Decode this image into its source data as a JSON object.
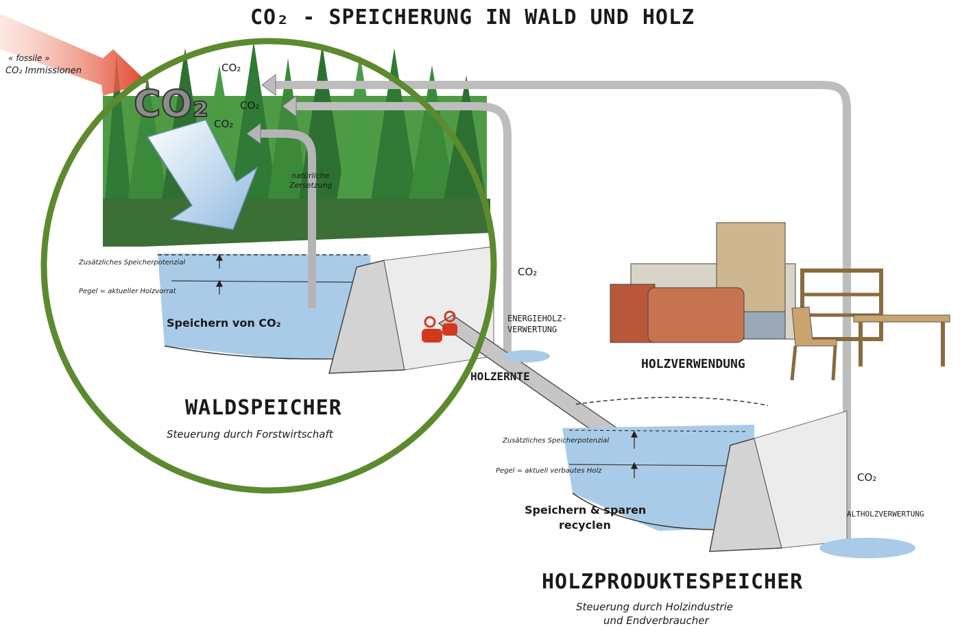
{
  "title": "CO₂ - SPEICHERUNG IN WALD UND HOLZ",
  "inflow": {
    "line1": "« fossile »",
    "line2": "CO₂ Immissionen"
  },
  "forest": {
    "co2_big": "CO₂",
    "co2_small": [
      "CO₂",
      "CO₂",
      "CO₂"
    ],
    "decomposition": [
      "natürliche",
      "Zersetzung"
    ],
    "extra_potential": "Zusätzliches Speicherpotenzial",
    "level": "Pegel = aktueller Holzvorrat",
    "storage": "Speichern von CO₂",
    "name": "WALDSPEICHER",
    "control": "Steuerung durch Forstwirtschaft"
  },
  "harvest": {
    "label": "HOLZERNTE",
    "energy": [
      "ENERGIEHOLZ-",
      "VERWERTUNG"
    ],
    "co2": "CO₂"
  },
  "usage": {
    "label": "HOLZVERWENDUNG"
  },
  "products": {
    "extra_potential": "Zusätzliches Speicherpotenzial",
    "level": "Pegel = aktuell verbautes Holz",
    "storage": [
      "Speichern & sparen",
      "recyclen"
    ],
    "co2": "CO₂",
    "recycling": "ALTHOLZVERWERTUNG",
    "name": "HOLZPRODUKTESPEICHER",
    "control": [
      "Steuerung durch Holzindustrie",
      "und Endverbraucher"
    ]
  },
  "colors": {
    "circle": "#5c8a2e",
    "forest": "#3f8f3a",
    "water": "#9ec5e6",
    "pipe": "#bdbdbd",
    "arrow_in": "#e0432a",
    "valve": "#d2391f",
    "brick": "#b9573a",
    "wood": "#c9a46e"
  }
}
